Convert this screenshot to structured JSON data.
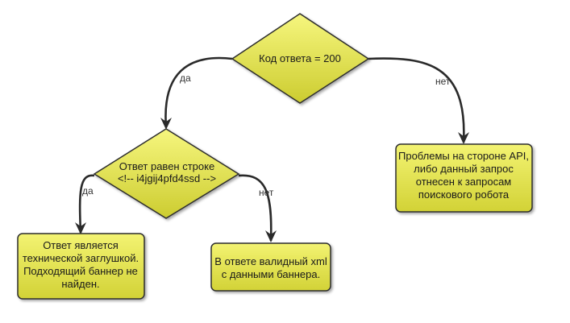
{
  "nodes": {
    "decision_code": {
      "text": "Код ответа = 200"
    },
    "decision_string": {
      "line1": "Ответ равен строке",
      "line2": "<!-- i4jgij4pfd4ssd -->"
    },
    "box_stub": {
      "lines": [
        "Ответ является",
        "технической заглушкой.",
        "Подходящий баннер не",
        "найден."
      ]
    },
    "box_valid": {
      "lines": [
        "В ответе валидный xml",
        "с данными баннера."
      ]
    },
    "box_problems": {
      "lines": [
        "Проблемы на стороне API,",
        "либо данный запрос",
        "отнесен к запросам",
        "поискового робота"
      ]
    }
  },
  "edges": {
    "code_yes": "да",
    "code_no": "нет",
    "string_yes": "да",
    "string_no": "нет"
  },
  "colors": {
    "fill_top": "#f4f47a",
    "fill_bottom": "#c9c931",
    "stroke": "#2e2e2e",
    "arrow": "#2a2a2a"
  }
}
